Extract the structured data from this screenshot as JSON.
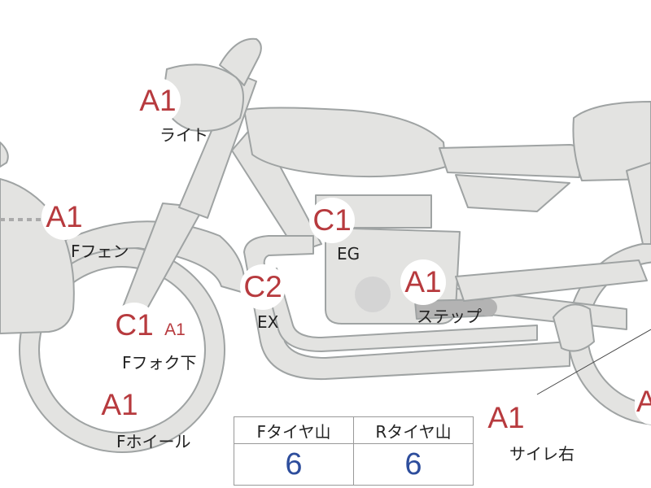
{
  "colors": {
    "body_fill": "#e3e3e1",
    "outline": "#9fa3a3",
    "badge_text": "#b73a3e",
    "value_text": "#2d4d9c"
  },
  "markers": [
    {
      "id": "light",
      "grade": "A1",
      "label": "ライト"
    },
    {
      "id": "ffender",
      "grade": "A1",
      "label": "Fフェン"
    },
    {
      "id": "eg",
      "grade": "C1",
      "label": "EG"
    },
    {
      "id": "ex",
      "grade": "C2",
      "label": "EX"
    },
    {
      "id": "step",
      "grade": "A1",
      "label": "ステップ"
    },
    {
      "id": "ffork",
      "grade": "C1",
      "label": "Fフォク下"
    },
    {
      "id": "ffork2",
      "grade": "A1"
    },
    {
      "id": "fwheel",
      "grade": "A1",
      "label": "Fホイール"
    },
    {
      "id": "sider",
      "grade": "A1",
      "label": "サイレ右"
    },
    {
      "id": "edge",
      "grade": "A"
    }
  ],
  "tire_table": {
    "headers": [
      "Fタイヤ山",
      "Rタイヤ山"
    ],
    "values": [
      "6",
      "6"
    ]
  }
}
